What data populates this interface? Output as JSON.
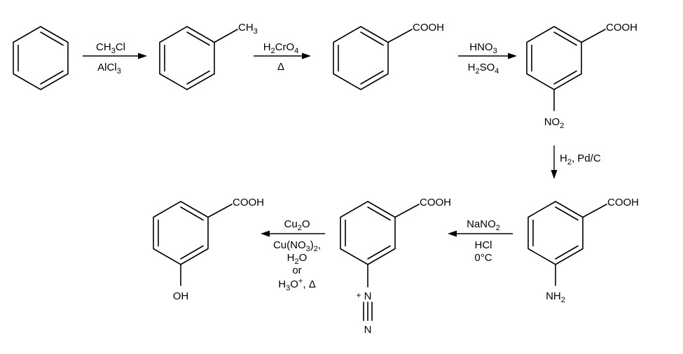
{
  "compounds": {
    "benzene": {},
    "toluene": {
      "substituent": "CH3"
    },
    "benzoic_acid": {
      "substituent": "COOH"
    },
    "nitrobenzoic_acid": {
      "substituent_top": "COOH",
      "substituent_bottom": "NO2"
    },
    "aminobenzoic_acid": {
      "substituent_top": "COOH",
      "substituent_bottom": "NH2"
    },
    "diazonium": {
      "substituent_top": "COOH",
      "charge": "+",
      "n1": "N",
      "n2": "N"
    },
    "hydroxybenzoic_acid": {
      "substituent_top": "COOH",
      "substituent_bottom": "OH"
    }
  },
  "steps": {
    "step1": {
      "above": "CH3Cl",
      "below": "AlCl3"
    },
    "step2": {
      "above": "H2CrO4",
      "below": "Δ"
    },
    "step3": {
      "above": "HNO3",
      "below": "H2SO4"
    },
    "step4": {
      "reagent": "H2, Pd/C"
    },
    "step5": {
      "above": "NaNO2",
      "below_1": "HCl",
      "below_2": "0°C"
    },
    "step6": {
      "above": "Cu2O",
      "line2": "Cu(NO3)2,",
      "line3": "H2O",
      "line4": "or",
      "line5": "H3O+, Δ"
    }
  }
}
